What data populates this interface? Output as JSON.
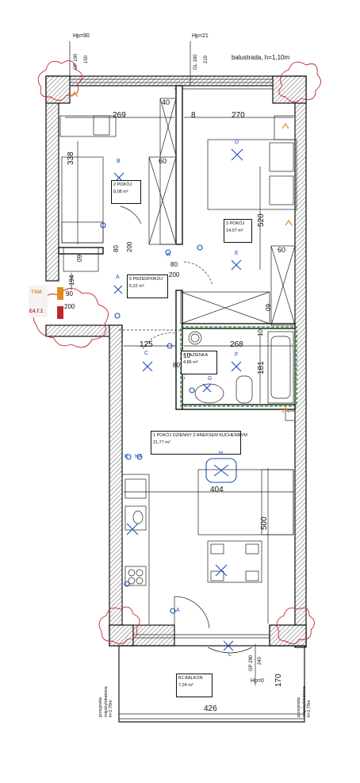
{
  "rooms": {
    "r1": {
      "name": "1  POKÓJ DZIENNY Z ANEKSEM KUCHENNYM",
      "area": "21,77 m²"
    },
    "r2": {
      "name": "2  POKÓJ",
      "area": "8,08 m²"
    },
    "r3": {
      "name": "3  POKÓJ",
      "area": "14,07 m²"
    },
    "r4": {
      "name": "4  ŁAZIENKA",
      "area": "4,86 m²"
    },
    "r5": {
      "name": "5  PRZEDPOKÓJ",
      "area": "5,22 m²"
    },
    "b1": {
      "name": "B1  BALKON",
      "area": "7,24 m²"
    }
  },
  "dimensions": {
    "d269": "269",
    "d270": "270",
    "d338": "338",
    "d520": "520",
    "d125": "125",
    "d268": "268",
    "d181": "181",
    "d404": "404",
    "d500": "500",
    "d426": "426",
    "d170": "170",
    "d194": "194",
    "d10a": "10",
    "d10b": "10",
    "d8": "8",
    "d40": "40",
    "d60a": "60",
    "d60b": "60",
    "d80a": "80",
    "d80b": "80",
    "d80c": "80",
    "d200a": "200",
    "d200b": "200",
    "d200c": "200",
    "d90": "90",
    "d09a": "09",
    "d09b": "09"
  },
  "heights": {
    "hp90": "Hp=90",
    "hp21": "Hp=21",
    "hp0": "Hp=0",
    "op190": "OP 190",
    "v150": "150",
    "ol190": "OL 190",
    "v219": "219",
    "op280": "OP 280",
    "v240": "240"
  },
  "notes": {
    "balustrada": "balustrada, h=1,10m",
    "przegroda_l": "przegroda",
    "miedzy_l": "międzylokalowa",
    "h_l": "h=2,79m",
    "przegroda_r": "przegroda",
    "miedzy_r": "międzylokalowa",
    "h_r": "h=2,79m"
  },
  "tags": {
    "tsm": "TSM",
    "e47": "E4.7.1"
  },
  "electric": {
    "A": "A",
    "B": "B",
    "C": "C",
    "D": "D",
    "E": "E",
    "F": "F",
    "G": "G",
    "H": "H",
    "K": "K",
    "HA": "HA",
    "L": "L",
    "HAa": "A",
    "Ab": "A"
  },
  "colors": {
    "electric": "#1a4fb8",
    "heating": "#e08a1e",
    "cloud": "#c0262d",
    "bathroom_zone": "#1f8a2a"
  }
}
